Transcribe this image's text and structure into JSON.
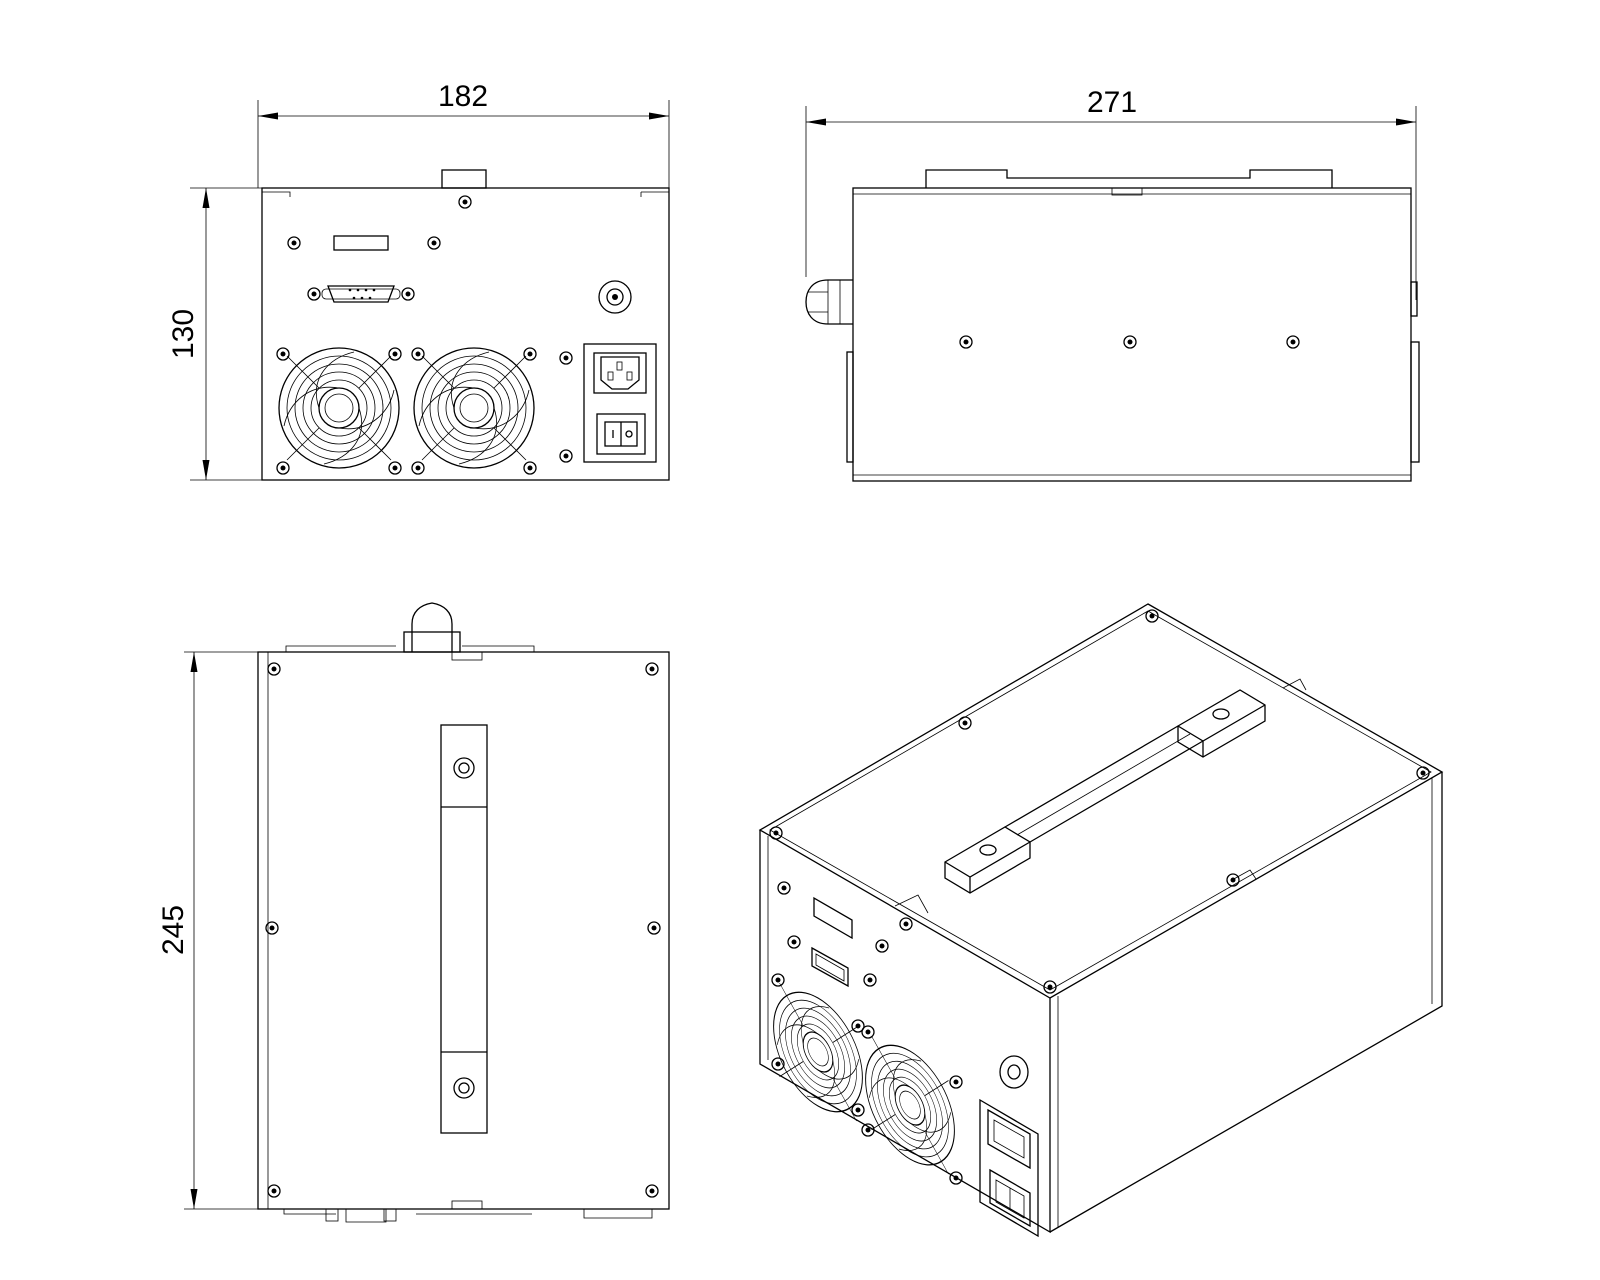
{
  "dimensions": {
    "front_width": "182",
    "front_height": "130",
    "side_length": "271",
    "top_depth": "245"
  },
  "colors": {
    "line": "#000000",
    "background": "#ffffff"
  }
}
